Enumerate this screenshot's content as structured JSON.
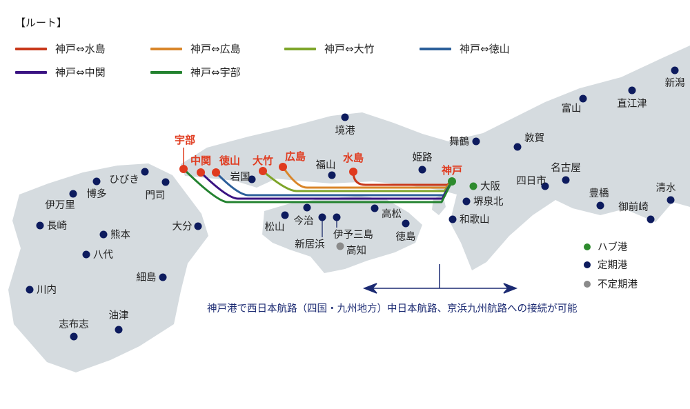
{
  "legend": {
    "title": "【ルート】",
    "routes": [
      {
        "label": "神戸⇔水島",
        "color": "#c8381a"
      },
      {
        "label": "神戸⇔広島",
        "color": "#d9862a"
      },
      {
        "label": "神戸⇔大竹",
        "color": "#7ea52a"
      },
      {
        "label": "神戸⇔徳山",
        "color": "#2c5f9a"
      },
      {
        "label": "神戸⇔中関",
        "color": "#3a1382"
      },
      {
        "label": "神戸⇔宇部",
        "color": "#23822f"
      }
    ]
  },
  "hub_ports": [
    "神戸",
    "大阪"
  ],
  "route_ports": [
    "宇部",
    "中関",
    "徳山",
    "大竹",
    "広島",
    "水島"
  ],
  "regular_ports": [
    "境港",
    "舞鶴",
    "敦賀",
    "富山",
    "直江津",
    "新潟",
    "名古屋",
    "四日市",
    "豊橋",
    "御前崎",
    "清水",
    "姫路",
    "福山",
    "岩国",
    "堺泉北",
    "和歌山",
    "高松",
    "徳島",
    "今治",
    "松山",
    "新居浜",
    "伊予三島",
    "大分",
    "ひびき",
    "門司",
    "博多",
    "伊万里",
    "長崎",
    "熊本",
    "八代",
    "細島",
    "川内",
    "志布志",
    "油津"
  ],
  "irregular_ports": [
    "高知"
  ],
  "key": {
    "hub": "ハブ港",
    "regular": "定期港",
    "irregular": "不定期港"
  },
  "colors": {
    "hub": "#2e8b2e",
    "regular": "#0d1b5e",
    "irregular": "#8a8a8a",
    "route_port": "#e03a1e",
    "land": "#d5dbdf"
  },
  "caption": "神戸港で西日本航路（四国・九州地方）中日本航路、京浜九州航路への接続が可能"
}
